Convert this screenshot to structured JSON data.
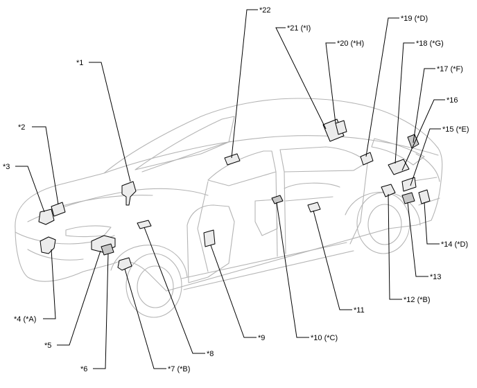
{
  "callouts": {
    "c1": "*1",
    "c2": "*2",
    "c3": "*3",
    "c4": "*4 (*A)",
    "c5": "*5",
    "c6": "*6",
    "c7": "*7 (*B)",
    "c8": "*8",
    "c9": "*9",
    "c10": "*10 (*C)",
    "c11": "*11",
    "c12": "*12 (*B)",
    "c13": "*13",
    "c14": "*14 (*D)",
    "c15": "*15 (*E)",
    "c16": "*16",
    "c17": "*17 (*F)",
    "c18": "*18 (*G)",
    "c19": "*19 (*D)",
    "c20": "*20 (*H)",
    "c21": "*21 (*I)",
    "c22": "*22"
  }
}
